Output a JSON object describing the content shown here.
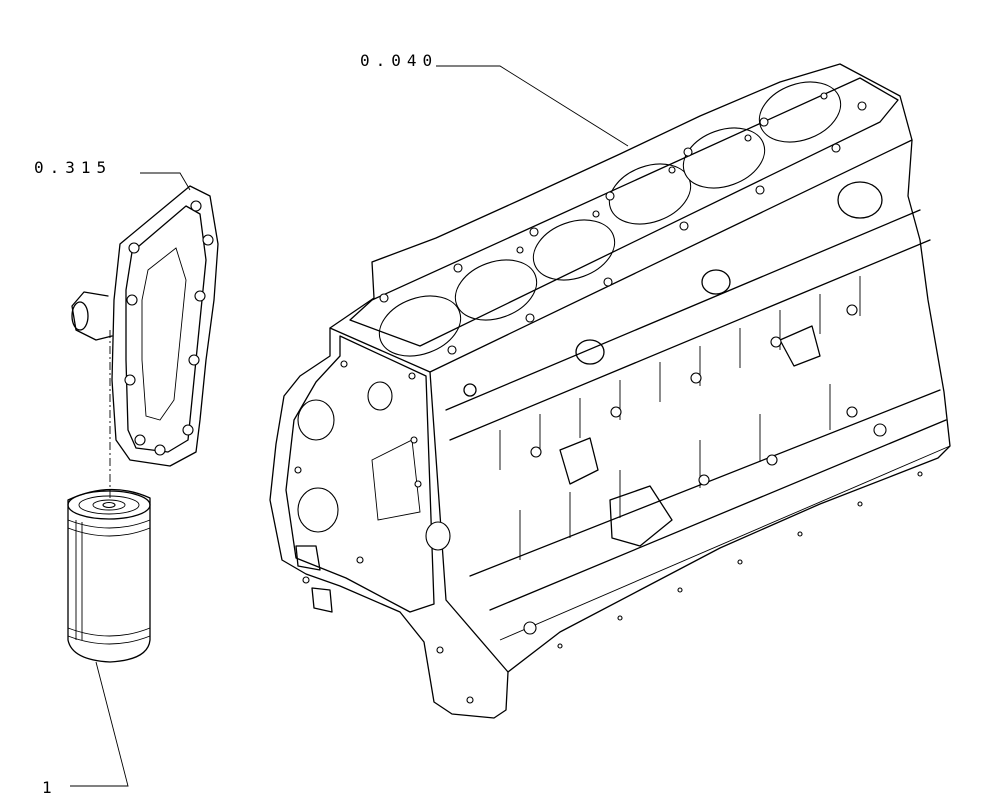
{
  "callouts": {
    "head_gasket": "0.040",
    "filter_head_gasket": "0.315",
    "oil_filter": "1"
  },
  "colors": {
    "line": "#000000",
    "background": "#ffffff"
  }
}
